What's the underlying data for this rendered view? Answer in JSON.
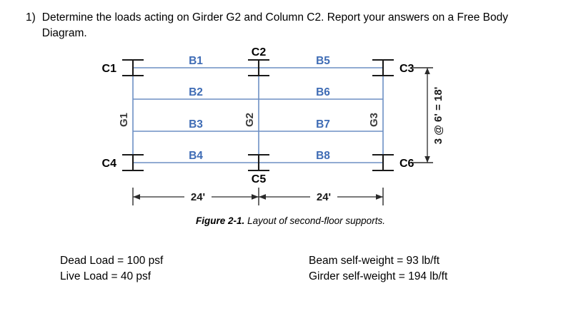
{
  "question": {
    "number": "1)",
    "text": "Determine the loads acting on Girder G2 and Column C2. Report your answers on a Free Body Diagram."
  },
  "figure": {
    "caption_number": "Figure 2-1.",
    "caption_text": "Layout of second-floor supports.",
    "colors": {
      "beam": "#6d8fc4",
      "beam_label": "#3f6cb5",
      "column": "#1a1a1a",
      "dimension": "#2b2b2b"
    },
    "columns": [
      {
        "id": "c1",
        "label": "C1"
      },
      {
        "id": "c2",
        "label": "C2"
      },
      {
        "id": "c3",
        "label": "C3"
      },
      {
        "id": "c4",
        "label": "C4"
      },
      {
        "id": "c5",
        "label": "C5"
      },
      {
        "id": "c6",
        "label": "C6"
      }
    ],
    "beams": [
      {
        "id": "b1",
        "label": "B1"
      },
      {
        "id": "b2",
        "label": "B2"
      },
      {
        "id": "b3",
        "label": "B3"
      },
      {
        "id": "b4",
        "label": "B4"
      },
      {
        "id": "b5",
        "label": "B5"
      },
      {
        "id": "b6",
        "label": "B6"
      },
      {
        "id": "b7",
        "label": "B7"
      },
      {
        "id": "b8",
        "label": "B8"
      }
    ],
    "girders": [
      {
        "id": "g1",
        "label": "G1"
      },
      {
        "id": "g2",
        "label": "G2"
      },
      {
        "id": "g3",
        "label": "G3"
      }
    ],
    "dimensions": {
      "span_left": "24'",
      "span_right": "24'",
      "vertical": "3 @ 6' = 18'"
    }
  },
  "loads": {
    "left": [
      "Dead Load = 100 psf",
      "Live Load = 40 psf"
    ],
    "right": [
      "Beam self-weight = 93 lb/ft",
      "Girder self-weight = 194 lb/ft"
    ]
  }
}
